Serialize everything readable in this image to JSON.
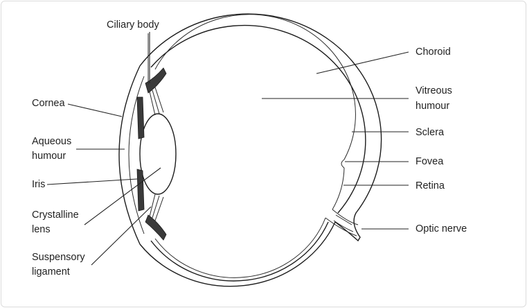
{
  "diagram": {
    "labels": {
      "ciliary_body": "Ciliary body",
      "choroid": "Choroid",
      "cornea": "Cornea",
      "vitreous_1": "Vitreous",
      "vitreous_2": "humour",
      "aqueous_1": "Aqueous",
      "aqueous_2": "humour",
      "sclera": "Sclera",
      "fovea": "Fovea",
      "iris": "Iris",
      "retina": "Retina",
      "lens_1": "Crystalline",
      "lens_2": "lens",
      "optic_nerve": "Optic nerve",
      "suspensory_1": "Suspensory",
      "suspensory_2": "ligament"
    },
    "colors": {
      "line": "#222222",
      "background": "#ffffff"
    }
  }
}
